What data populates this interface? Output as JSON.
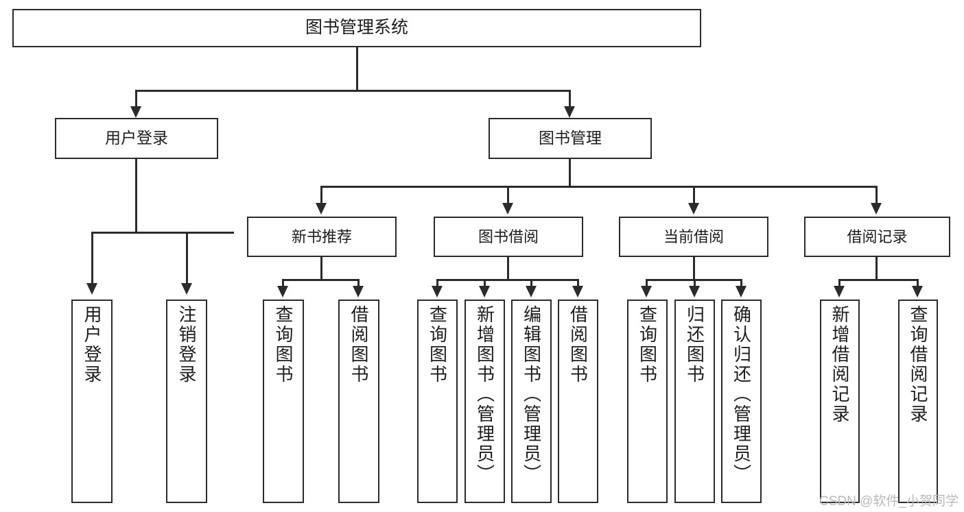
{
  "diagram": {
    "title": "图书管理系统",
    "type": "functional-structure-tree",
    "root": {
      "label": "图书管理系统"
    },
    "tier2": [
      {
        "id": "user-login",
        "label": "用户登录"
      },
      {
        "id": "book-management",
        "label": "图书管理"
      }
    ],
    "tier3": [
      {
        "id": "new-book-recommend",
        "label": "新书推荐"
      },
      {
        "id": "book-borrow",
        "label": "图书借阅"
      },
      {
        "id": "current-borrow",
        "label": "当前借阅"
      },
      {
        "id": "borrow-record",
        "label": "借阅记录"
      }
    ],
    "leaves": {
      "user_login": [
        {
          "id": "leaf-user-login",
          "label": "用户登录"
        },
        {
          "id": "leaf-logout",
          "label": "注销登录"
        }
      ],
      "new_book_recommend": [
        {
          "id": "leaf-query-book-1",
          "label": "查询图书"
        },
        {
          "id": "leaf-borrow-book-1",
          "label": "借阅图书"
        }
      ],
      "book_borrow": [
        {
          "id": "leaf-query-book-2",
          "label": "查询图书"
        },
        {
          "id": "leaf-add-book",
          "label": "新增图书（管理员）"
        },
        {
          "id": "leaf-edit-book",
          "label": "编辑图书（管理员）"
        },
        {
          "id": "leaf-borrow-book-2",
          "label": "借阅图书"
        }
      ],
      "current_borrow": [
        {
          "id": "leaf-query-book-3",
          "label": "查询图书"
        },
        {
          "id": "leaf-return-book",
          "label": "归还图书"
        },
        {
          "id": "leaf-confirm-return",
          "label": "确认归还（管理员）"
        }
      ],
      "borrow_record": [
        {
          "id": "leaf-add-record",
          "label": "新增借阅记录"
        },
        {
          "id": "leaf-query-record",
          "label": "查询借阅记录"
        }
      ]
    }
  },
  "watermark": {
    "text": "CSDN @软件_小贺同学"
  },
  "colors": {
    "box_border": "#2b2b2b",
    "box_fill": "#ffffff",
    "connector": "#2b2b2b",
    "text": "#1d1d1d",
    "watermark": "#b9b9b9",
    "background": "#ffffff"
  }
}
